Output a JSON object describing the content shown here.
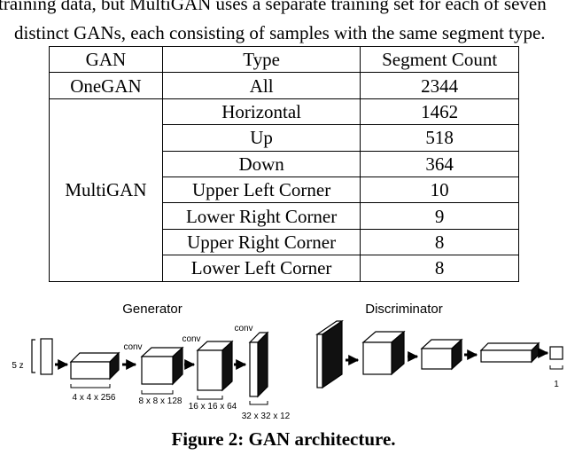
{
  "intro": {
    "line1": "training data, but MultiGAN uses a separate training set for each of seven",
    "line2": "distinct GANs, each consisting of samples with the same segment type."
  },
  "table": {
    "headers": [
      "GAN",
      "Type",
      "Segment Count"
    ],
    "rows": [
      {
        "gan": "OneGAN",
        "type": "All",
        "count": "2344"
      },
      {
        "gan": "MultiGAN",
        "type": "Horizontal",
        "count": "1462"
      },
      {
        "type": "Up",
        "count": "518"
      },
      {
        "type": "Down",
        "count": "364"
      },
      {
        "type": "Upper Left Corner",
        "count": "10"
      },
      {
        "type": "Lower Right Corner",
        "count": "9"
      },
      {
        "type": "Upper Right Corner",
        "count": "8"
      },
      {
        "type": "Lower Left Corner",
        "count": "8"
      }
    ]
  },
  "figure": {
    "generator_title": "Generator",
    "discriminator_title": "Discriminator",
    "input_label": "5 z",
    "conv_label": "conv",
    "gen_layer_labels": [
      "4 x 4 x 256",
      "8 x 8 x 128",
      "16 x 16 x 64",
      "32 x 32 x 12"
    ],
    "disc_output_label": "1",
    "caption": "Figure 2: GAN architecture."
  }
}
